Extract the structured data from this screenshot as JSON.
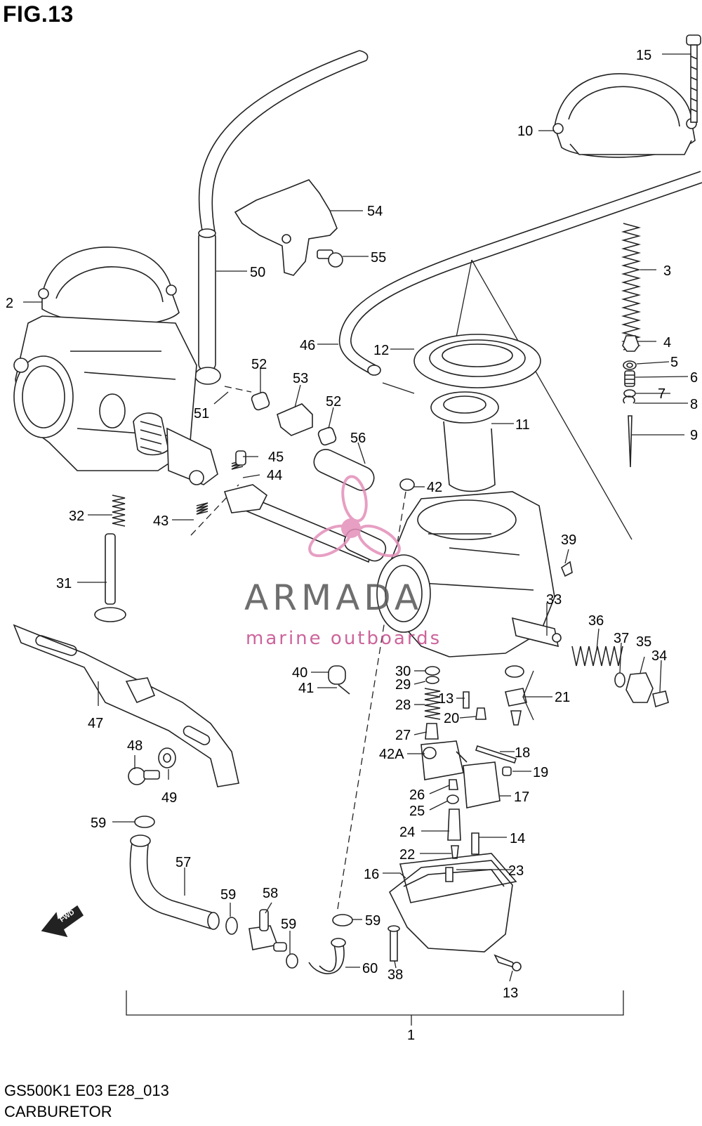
{
  "figure": {
    "title": "FIG.13",
    "model_code": "GS500K1 E03 E28_013",
    "caption": "CARBURETOR",
    "fwd_label": "FWD"
  },
  "watermark": {
    "brand": "ARMADA",
    "tagline": "marine outboards",
    "accent_color": "#e38fb9",
    "text_color": "#555555"
  },
  "callouts": [
    {
      "id": "c15",
      "text": "15"
    },
    {
      "id": "c10",
      "text": "10"
    },
    {
      "id": "c3",
      "text": "3"
    },
    {
      "id": "c4",
      "text": "4"
    },
    {
      "id": "c5",
      "text": "5"
    },
    {
      "id": "c6",
      "text": "6"
    },
    {
      "id": "c7",
      "text": "7"
    },
    {
      "id": "c8",
      "text": "8"
    },
    {
      "id": "c9",
      "text": "9"
    },
    {
      "id": "c54",
      "text": "54"
    },
    {
      "id": "c55",
      "text": "55"
    },
    {
      "id": "c50",
      "text": "50"
    },
    {
      "id": "c2",
      "text": "2"
    },
    {
      "id": "c46",
      "text": "46"
    },
    {
      "id": "c12",
      "text": "12"
    },
    {
      "id": "c11",
      "text": "11"
    },
    {
      "id": "c52a",
      "text": "52"
    },
    {
      "id": "c53",
      "text": "53"
    },
    {
      "id": "c52b",
      "text": "52"
    },
    {
      "id": "c51",
      "text": "51"
    },
    {
      "id": "c56",
      "text": "56"
    },
    {
      "id": "c45",
      "text": "45"
    },
    {
      "id": "c44",
      "text": "44"
    },
    {
      "id": "c42",
      "text": "42"
    },
    {
      "id": "c32",
      "text": "32"
    },
    {
      "id": "c43",
      "text": "43"
    },
    {
      "id": "c39",
      "text": "39"
    },
    {
      "id": "c31",
      "text": "31"
    },
    {
      "id": "c33",
      "text": "33"
    },
    {
      "id": "c36",
      "text": "36"
    },
    {
      "id": "c37",
      "text": "37"
    },
    {
      "id": "c35",
      "text": "35"
    },
    {
      "id": "c34",
      "text": "34"
    },
    {
      "id": "c40",
      "text": "40"
    },
    {
      "id": "c41",
      "text": "41"
    },
    {
      "id": "c30",
      "text": "30"
    },
    {
      "id": "c29",
      "text": "29"
    },
    {
      "id": "c28",
      "text": "28"
    },
    {
      "id": "c13a",
      "text": "13"
    },
    {
      "id": "c21",
      "text": "21"
    },
    {
      "id": "c20",
      "text": "20"
    },
    {
      "id": "c47",
      "text": "47"
    },
    {
      "id": "c27",
      "text": "27"
    },
    {
      "id": "c18",
      "text": "18"
    },
    {
      "id": "c48",
      "text": "48"
    },
    {
      "id": "c42A",
      "text": "42A"
    },
    {
      "id": "c19",
      "text": "19"
    },
    {
      "id": "c49",
      "text": "49"
    },
    {
      "id": "c26",
      "text": "26"
    },
    {
      "id": "c17",
      "text": "17"
    },
    {
      "id": "c25",
      "text": "25"
    },
    {
      "id": "c59a",
      "text": "59"
    },
    {
      "id": "c24",
      "text": "24"
    },
    {
      "id": "c14",
      "text": "14"
    },
    {
      "id": "c57",
      "text": "57"
    },
    {
      "id": "c22",
      "text": "22"
    },
    {
      "id": "c16",
      "text": "16"
    },
    {
      "id": "c23",
      "text": "23"
    },
    {
      "id": "c59b",
      "text": "59"
    },
    {
      "id": "c58",
      "text": "58"
    },
    {
      "id": "c59c",
      "text": "59"
    },
    {
      "id": "c59d",
      "text": "59"
    },
    {
      "id": "c60",
      "text": "60"
    },
    {
      "id": "c38",
      "text": "38"
    },
    {
      "id": "c13b",
      "text": "13"
    },
    {
      "id": "c1",
      "text": "1"
    }
  ]
}
